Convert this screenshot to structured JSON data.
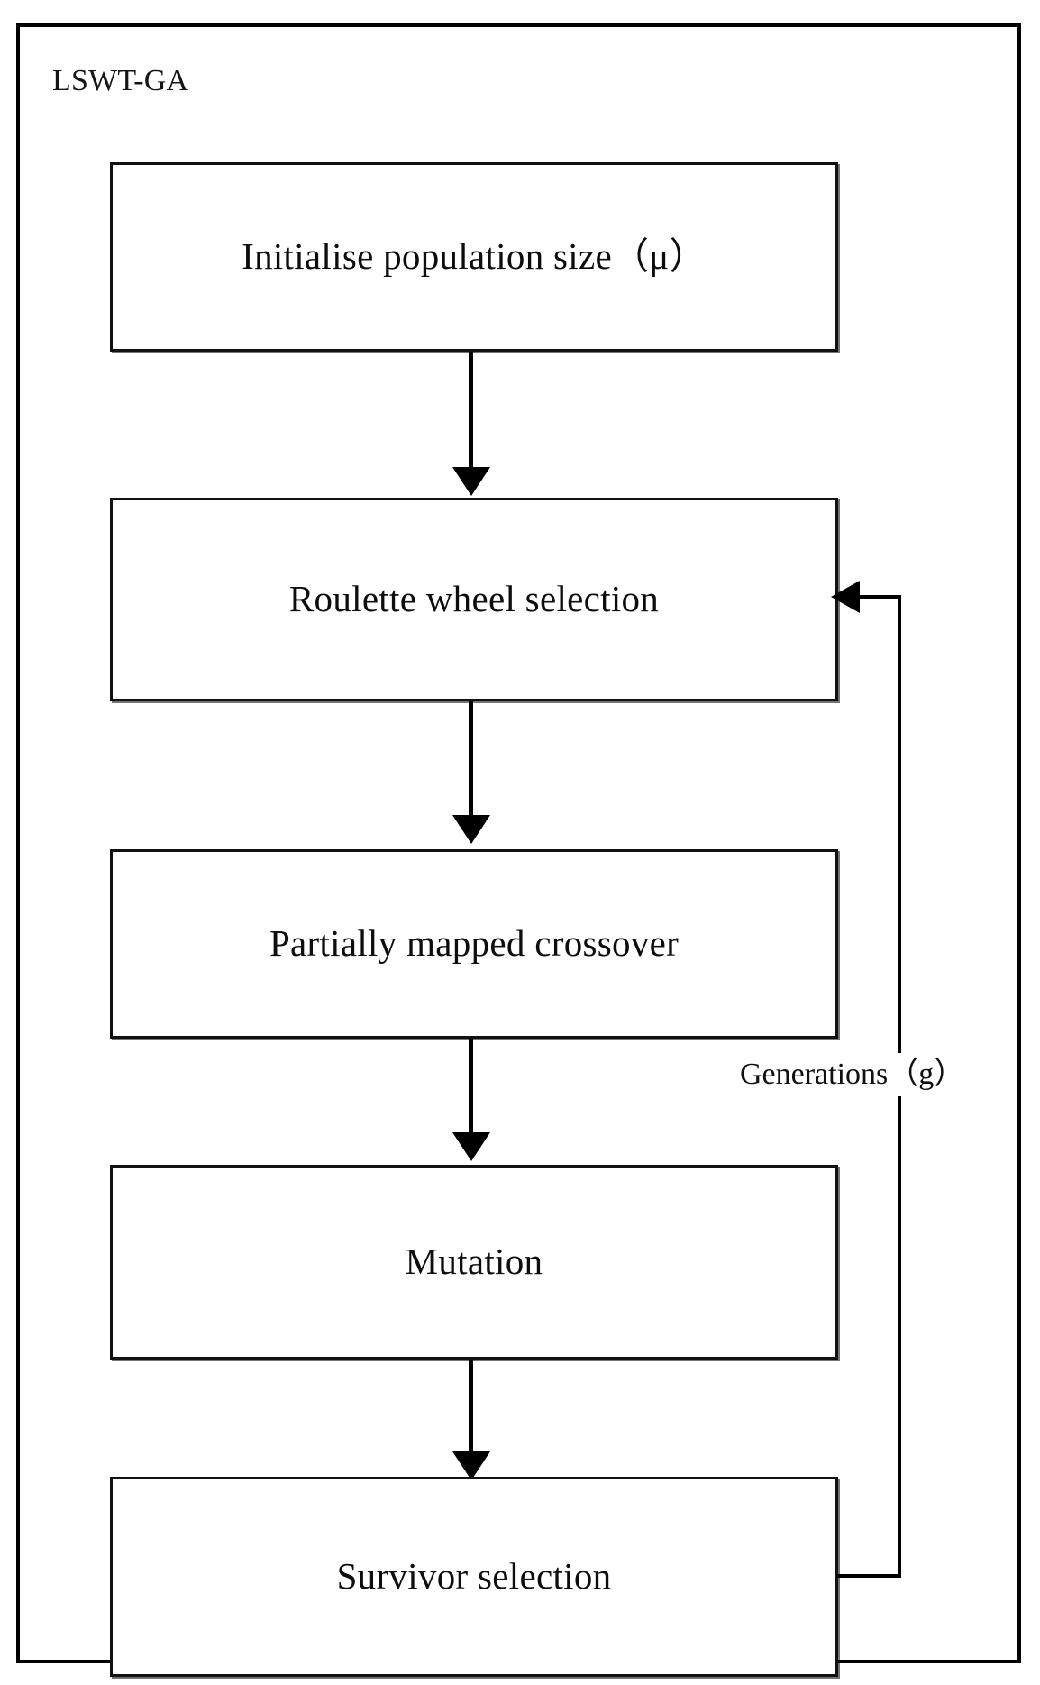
{
  "diagram": {
    "title": "LSWT-GA",
    "type": "flowchart",
    "orientation": "top-to-bottom",
    "colors": {
      "stroke": "#000000",
      "box_fill": "#ffffff",
      "text": "#0d0d0d",
      "page_background": "#ffffff"
    },
    "nodes": [
      {
        "id": "init",
        "label": "Initialise population size（μ）"
      },
      {
        "id": "roulette",
        "label": "Roulette wheel selection"
      },
      {
        "id": "crossover",
        "label": "Partially mapped crossover"
      },
      {
        "id": "mutation",
        "label": "Mutation"
      },
      {
        "id": "survivor",
        "label": "Survivor selection"
      }
    ],
    "edges": [
      {
        "from": "init",
        "to": "roulette",
        "label": "",
        "style": "arrow-down"
      },
      {
        "from": "roulette",
        "to": "crossover",
        "label": "",
        "style": "arrow-down"
      },
      {
        "from": "crossover",
        "to": "mutation",
        "label": "",
        "style": "arrow-down"
      },
      {
        "from": "mutation",
        "to": "survivor",
        "label": "",
        "style": "arrow-down"
      },
      {
        "from": "survivor",
        "to": "roulette",
        "label": "Generations（g）",
        "style": "feedback-loop-right"
      }
    ],
    "loop_label": "Generations（g）"
  }
}
